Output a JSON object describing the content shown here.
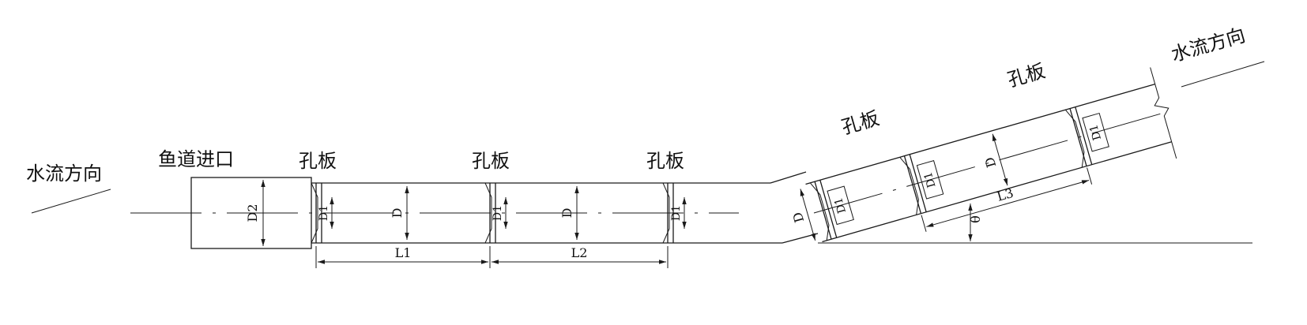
{
  "labels": {
    "flow_direction_left": "水流方向",
    "flow_direction_right": "水流方向",
    "fishway_entrance": "鱼道进口",
    "orifice_plate_1": "孔板",
    "orifice_plate_2": "孔板",
    "orifice_plate_3": "孔板",
    "orifice_plate_4": "孔板",
    "orifice_plate_5": "孔板"
  },
  "dimensions": {
    "d2": "D2",
    "d": "D",
    "d1": "D1",
    "l1": "L1",
    "l2": "L2",
    "l3": "L3",
    "theta": "θ"
  }
}
